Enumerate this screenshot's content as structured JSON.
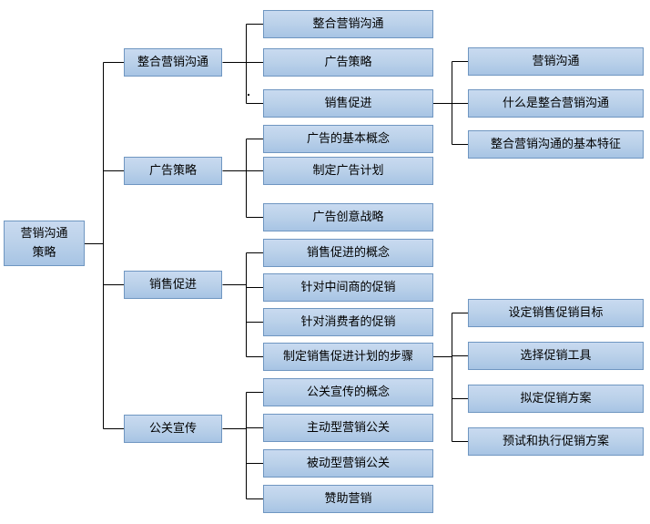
{
  "diagram": {
    "title": "营销沟通策略",
    "type": "tree-mindmap",
    "orientation": "left-to-right",
    "colors": {
      "node_border": "#6f96c1",
      "node_fill_top": "#c9daf0",
      "node_fill_bottom": "#a7c4e4",
      "connector": "#000000",
      "text": "#000000",
      "background": "#ffffff"
    }
  },
  "root": {
    "label": "营销沟通\n策略"
  },
  "level2": [
    {
      "label": "整合营销沟通"
    },
    {
      "label": "广告策略"
    },
    {
      "label": "销售促进"
    },
    {
      "label": "公关宣传"
    }
  ],
  "level3": {
    "integrated_marketing_communication": [
      {
        "label": "整合营销沟通"
      },
      {
        "label": "广告策略"
      },
      {
        "label": "销售促进"
      }
    ],
    "advertising_strategy": [
      {
        "label": "广告的基本概念"
      },
      {
        "label": "制定广告计划"
      },
      {
        "label": "广告创意战略"
      }
    ],
    "sales_promotion": [
      {
        "label": "销售促进的概念"
      },
      {
        "label": "针对中间商的促销"
      },
      {
        "label": "针对消费者的促销"
      },
      {
        "label": "制定销售促进计划的步骤"
      }
    ],
    "public_relations": [
      {
        "label": "公关宣传的概念"
      },
      {
        "label": "主动型营销公关"
      },
      {
        "label": "被动型营销公关"
      },
      {
        "label": "赞助营销"
      }
    ]
  },
  "level4": {
    "from_sales_promotion_node": [
      {
        "label": "营销沟通"
      },
      {
        "label": "什么是整合营销沟通"
      },
      {
        "label": "整合营销沟通的基本特征"
      }
    ],
    "from_promotion_plan_steps": [
      {
        "label": "设定销售促销目标"
      },
      {
        "label": "选择促销工具"
      },
      {
        "label": "拟定促销方案"
      },
      {
        "label": "预试和执行促销方案"
      }
    ]
  }
}
